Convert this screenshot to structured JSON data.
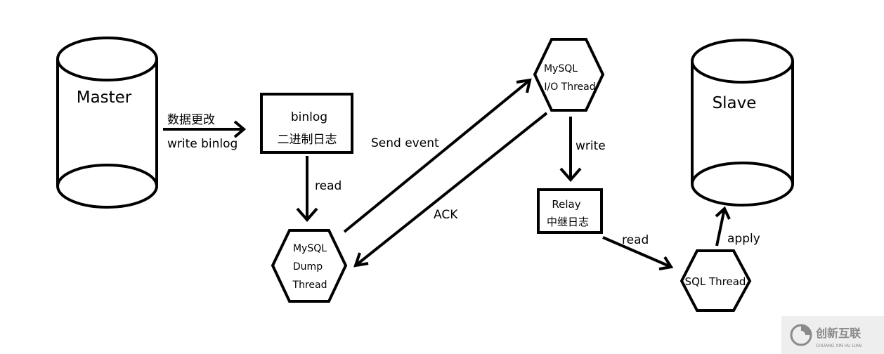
{
  "nodes": {
    "master": {
      "label": "Master"
    },
    "slave": {
      "label": "Slave"
    },
    "binlog": {
      "line1": "binlog",
      "line2": "二进制日志"
    },
    "dump_thread": {
      "line1": "MySQL",
      "line2": "Dump",
      "line3": "Thread"
    },
    "io_thread": {
      "line1": "MySQL",
      "line2": "I/O Thread"
    },
    "relay": {
      "line1": "Relay",
      "line2": "中继日志"
    },
    "sql_thread": {
      "label": "SQL Thread"
    }
  },
  "edges": {
    "master_to_binlog": {
      "line1": "数据更改",
      "line2": "write binlog"
    },
    "binlog_to_dump": {
      "label": "read"
    },
    "dump_to_io": {
      "label": "Send event"
    },
    "io_to_dump": {
      "label": "ACK"
    },
    "io_to_relay": {
      "label": "write"
    },
    "relay_to_sql": {
      "label": "read"
    },
    "sql_to_slave": {
      "label": "apply"
    }
  },
  "watermark": {
    "brand": "创新互联",
    "subtitle": "CHUANG XIN HU LIAN"
  },
  "colors": {
    "stroke": "#000000",
    "background": "#ffffff",
    "watermark_bg": "#eeeeee",
    "watermark_fg": "#8a8a8a"
  }
}
